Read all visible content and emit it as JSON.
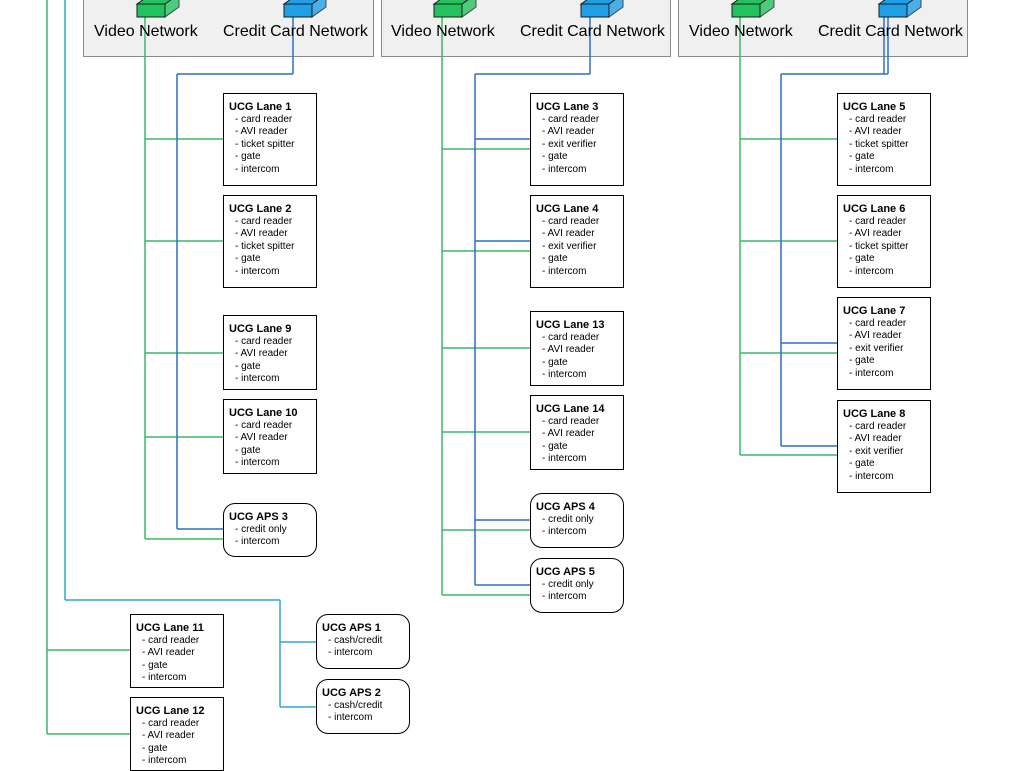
{
  "colors": {
    "video": "#3cb86a",
    "credit": "#2d6fc2",
    "aps": "#2fa8d6",
    "video_icon": "#22c35e",
    "credit_icon": "#1fa0e6",
    "group_fill": "#f0f0f0"
  },
  "groups": [
    {
      "video_label": "Video Network",
      "credit_label": "Credit Card Network"
    },
    {
      "video_label": "Video Network",
      "credit_label": "Credit Card Network"
    },
    {
      "video_label": "Video Network",
      "credit_label": "Credit Card Network"
    }
  ],
  "nodes": {
    "lane1": {
      "title": "UCG Lane 1",
      "items": [
        "- card reader",
        "- AVI reader",
        "- ticket spitter",
        "- gate",
        "- intercom"
      ]
    },
    "lane2": {
      "title": "UCG Lane 2",
      "items": [
        "- card reader",
        "- AVI reader",
        "- ticket spitter",
        "- gate",
        "- intercom"
      ]
    },
    "lane9": {
      "title": "UCG Lane 9",
      "items": [
        "- card reader",
        "- AVI reader",
        "- gate",
        "- intercom"
      ]
    },
    "lane10": {
      "title": "UCG Lane 10",
      "items": [
        "- card reader",
        "- AVI reader",
        "- gate",
        "- intercom"
      ]
    },
    "aps3": {
      "title": "UCG APS 3",
      "items": [
        "- credit only",
        "- intercom"
      ]
    },
    "lane3": {
      "title": "UCG Lane 3",
      "items": [
        "- card reader",
        "- AVI reader",
        "- exit verifier",
        "- gate",
        "- intercom"
      ]
    },
    "lane4": {
      "title": "UCG Lane 4",
      "items": [
        "- card reader",
        "- AVI reader",
        "- exit verifier",
        "- gate",
        "- intercom"
      ]
    },
    "lane13": {
      "title": "UCG Lane 13",
      "items": [
        "- card reader",
        "- AVI reader",
        "- gate",
        "- intercom"
      ]
    },
    "lane14": {
      "title": "UCG Lane 14",
      "items": [
        "- card reader",
        "- AVI reader",
        "- gate",
        "- intercom"
      ]
    },
    "aps4": {
      "title": "UCG APS 4",
      "items": [
        "- credit only",
        "- intercom"
      ]
    },
    "aps5": {
      "title": "UCG APS 5",
      "items": [
        "- credit only",
        "- intercom"
      ]
    },
    "lane5": {
      "title": "UCG Lane 5",
      "items": [
        "- card reader",
        "- AVI reader",
        "- ticket spitter",
        "- gate",
        "- intercom"
      ]
    },
    "lane6": {
      "title": "UCG Lane 6",
      "items": [
        "- card reader",
        "- AVI reader",
        "- ticket spitter",
        "- gate",
        "- intercom"
      ]
    },
    "lane7": {
      "title": "UCG Lane 7",
      "items": [
        "- card reader",
        "- AVI reader",
        "- exit verifier",
        "- gate",
        "- intercom"
      ]
    },
    "lane8": {
      "title": "UCG Lane 8",
      "items": [
        "- card reader",
        "- AVI reader",
        "- exit verifier",
        "- gate",
        "- intercom"
      ]
    },
    "lane11": {
      "title": "UCG Lane 11",
      "items": [
        "- card reader",
        "- AVI reader",
        "- gate",
        "- intercom"
      ]
    },
    "lane12": {
      "title": "UCG Lane 12",
      "items": [
        "- card reader",
        "- AVI reader",
        "- gate",
        "- intercom"
      ]
    },
    "aps1": {
      "title": "UCG APS 1",
      "items": [
        "- cash/credit",
        "- intercom"
      ]
    },
    "aps2": {
      "title": "UCG APS 2",
      "items": [
        "- cash/credit",
        "- intercom"
      ]
    }
  }
}
